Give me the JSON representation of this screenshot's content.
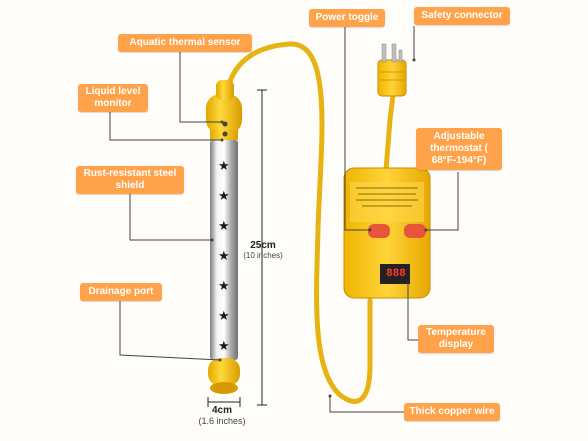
{
  "labels": {
    "power_toggle": "Power toggle",
    "safety_connector": "Safety connector",
    "aquatic_sensor": "Aquatic thermal sensor",
    "liquid_level": "Liquid level monitor",
    "rust_shield": "Rust-resistant steel shield",
    "adjustable_thermostat": "Adjustable thermostat ( 68°F-194°F)",
    "drainage_port": "Drainage port",
    "temperature_display": "Temperature display",
    "copper_wire": "Thick copper wire"
  },
  "dimensions": {
    "length_cm": "25cm",
    "length_in": "(10 inches)",
    "width_cm": "4cm",
    "width_in": "(1.6 inches)"
  },
  "colors": {
    "label_bg": "#ffa24a",
    "cable": "#f2c21b",
    "body_yellow": "#f5c518",
    "steel": "#c9c9c9",
    "button_red": "#e8553a"
  },
  "display_readout": "888"
}
